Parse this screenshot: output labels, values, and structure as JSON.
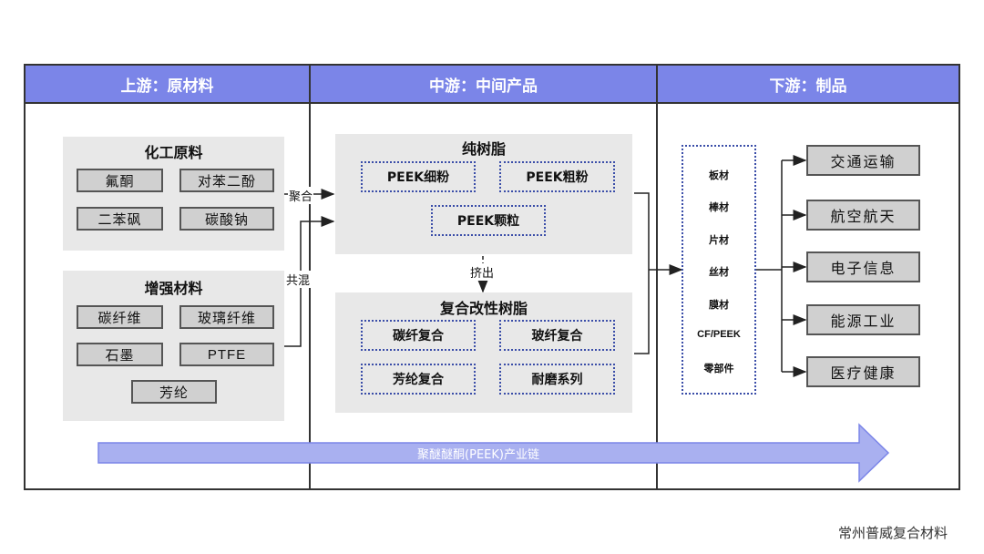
{
  "headers": {
    "upstream": "上游：原材料",
    "midstream": "中游：中间产品",
    "downstream": "下游：制品"
  },
  "upstream": {
    "chemical_title": "化工原料",
    "chemical_items": [
      "氟酮",
      "对苯二酚",
      "二苯砜",
      "碳酸钠"
    ],
    "reinforce_title": "增强材料",
    "reinforce_items": [
      "碳纤维",
      "玻璃纤维",
      "石墨",
      "PTFE",
      "芳纶"
    ]
  },
  "links": {
    "polymerize": "聚合",
    "blend": "共混",
    "extrude": "挤出"
  },
  "midstream": {
    "pure_title": "纯树脂",
    "pure_items": [
      "PEEK细粉",
      "PEEK粗粉",
      "PEEK颗粒"
    ],
    "modified_title": "复合改性树脂",
    "modified_items": [
      "碳纤复合",
      "玻纤复合",
      "芳纶复合",
      "耐磨系列"
    ]
  },
  "downstream": {
    "products": [
      "板材",
      "棒材",
      "片材",
      "丝材",
      "膜材",
      "CF/PEEK",
      "零部件"
    ],
    "applications": [
      "交通运输",
      "航空航天",
      "电子信息",
      "能源工业",
      "医疗健康"
    ]
  },
  "chain_label": "聚醚醚酮(PEEK)产业链",
  "watermark": "常州普威复合材料",
  "colors": {
    "header": "#7b85e8",
    "chain_arrow": "#a9b0f0",
    "dotted_border": "#3a4da8",
    "panel": "#e8e8e8"
  }
}
